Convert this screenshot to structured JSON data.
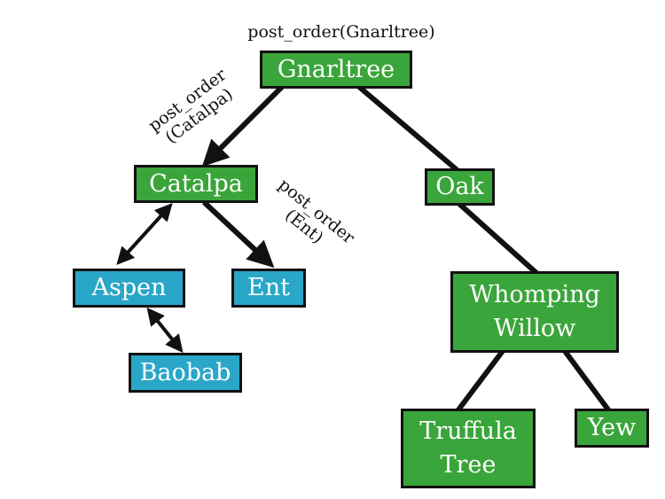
{
  "diagram": {
    "nodes": {
      "gnarltree": "Gnarltree",
      "catalpa": "Catalpa",
      "oak": "Oak",
      "aspen": "Aspen",
      "ent": "Ent",
      "baobab": "Baobab",
      "whomping_willow": "Whomping\nWillow",
      "truffula_tree": "Truffula\nTree",
      "yew": "Yew"
    },
    "calls": {
      "gnarltree": "post_order(Gnarltree)",
      "catalpa": "post_order\n(Catalpa)",
      "ent": "post_order\n(Ent)"
    },
    "colors": {
      "visited_node": "#3aa53a",
      "pending_node": "#2aa6c8",
      "edge": "#111111"
    }
  }
}
